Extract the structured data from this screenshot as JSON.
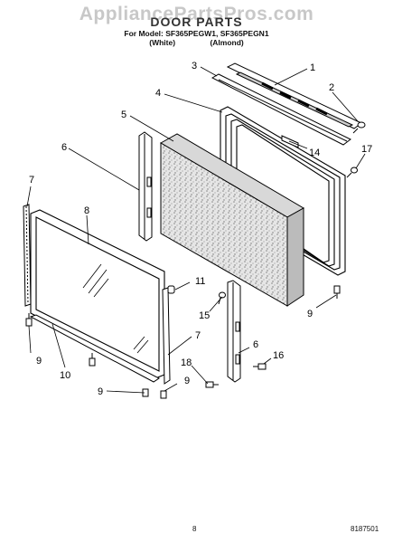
{
  "watermark": "AppliancePartsPros.com",
  "title": "DOOR PARTS",
  "models_line": "For Model: SF365PEGW1, SF365PEGN1",
  "color_white": "(White)",
  "color_almond": "(Almond)",
  "page_number": "8",
  "doc_number": "8187501",
  "callouts": {
    "c1": "1",
    "c2": "2",
    "c3": "3",
    "c4": "4",
    "c5": "5",
    "c6a": "6",
    "c6b": "6",
    "c7a": "7",
    "c7b": "7",
    "c8": "8",
    "c9a": "9",
    "c9b": "9",
    "c9c": "9",
    "c9d": "9",
    "c10": "10",
    "c11": "11",
    "c14": "14",
    "c15": "15",
    "c16": "16",
    "c17": "17",
    "c18": "18"
  }
}
